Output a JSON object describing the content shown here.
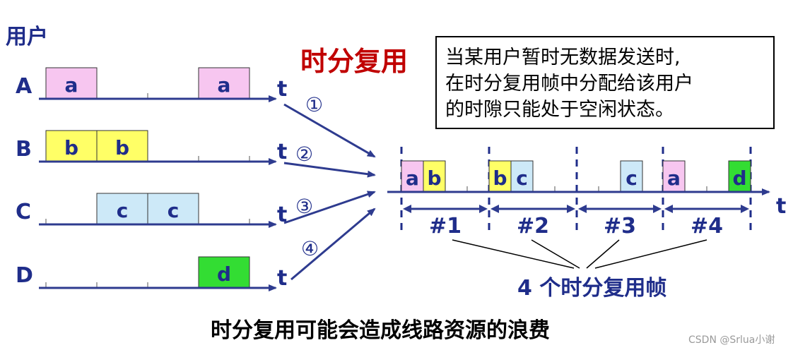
{
  "labels": {
    "user_header": "用户",
    "title": "时分复用",
    "axis_t": "t",
    "frame_caption": "4 个时分复用帧",
    "footer": "时分复用可能会造成线路资源的浪费",
    "watermark": "CSDN @Srlua小谢"
  },
  "note_lines": [
    "当某用户暂时无数据发送时,",
    "在时分复用帧中分配给该用户",
    "的时隙只能处于空闲状态。"
  ],
  "circles": [
    "①",
    "②",
    "③",
    "④"
  ],
  "frames": [
    "#1",
    "#2",
    "#3",
    "#4"
  ],
  "colors": {
    "line": "#2e3b8f",
    "a": "#f7c6f0",
    "b": "#ffff66",
    "c": "#cde9f8",
    "d": "#33dd33",
    "title": "#c00000"
  },
  "users": [
    {
      "label": "A",
      "slots": [
        {
          "pos": 0,
          "text": "a",
          "fill": "a"
        },
        {
          "pos": 3,
          "text": "a",
          "fill": "a"
        }
      ]
    },
    {
      "label": "B",
      "slots": [
        {
          "pos": 0,
          "text": "b",
          "fill": "b"
        },
        {
          "pos": 1,
          "text": "b",
          "fill": "b"
        }
      ]
    },
    {
      "label": "C",
      "slots": [
        {
          "pos": 1,
          "text": "c",
          "fill": "c"
        },
        {
          "pos": 2,
          "text": "c",
          "fill": "c"
        }
      ]
    },
    {
      "label": "D",
      "slots": [
        {
          "pos": 3,
          "text": "d",
          "fill": "d"
        }
      ]
    }
  ],
  "muxed_slots": [
    {
      "frame": 0,
      "sub": 0,
      "text": "a",
      "fill": "a"
    },
    {
      "frame": 0,
      "sub": 1,
      "text": "b",
      "fill": "b"
    },
    {
      "frame": 1,
      "sub": 0,
      "text": "b",
      "fill": "b"
    },
    {
      "frame": 1,
      "sub": 1,
      "text": "c",
      "fill": "c"
    },
    {
      "frame": 2,
      "sub": 2,
      "text": "c",
      "fill": "c"
    },
    {
      "frame": 3,
      "sub": 0,
      "text": "a",
      "fill": "a"
    },
    {
      "frame": 3,
      "sub": 3,
      "text": "d",
      "fill": "d"
    }
  ]
}
